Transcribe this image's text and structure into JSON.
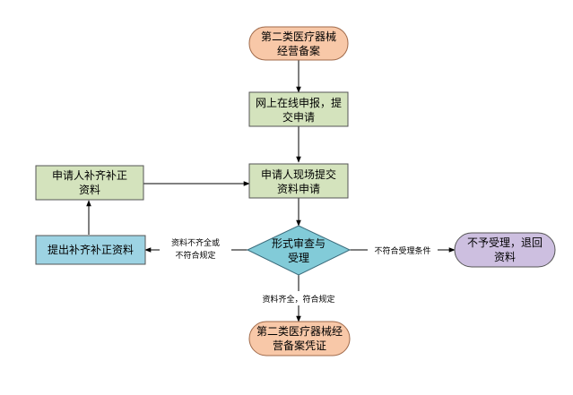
{
  "diagram": {
    "nodes": {
      "start": {
        "line1": "第二类医疗器械",
        "line2": "经营备案",
        "fill": "#f8c8a8"
      },
      "online_apply": {
        "line1": "网上在线申报，提",
        "line2": "交申请",
        "fill": "#d4e3bd"
      },
      "onsite_submit": {
        "line1": "申请人现场提交",
        "line2": "资料申请",
        "fill": "#d4e3bd"
      },
      "applicant_supplement": {
        "line1": "申请人补齐补正",
        "line2": "资料",
        "fill": "#d4e3bd"
      },
      "propose_supplement": {
        "line1": "提出补齐补正资料",
        "fill": "#9dd3e3"
      },
      "review": {
        "line1": "形式审查与",
        "line2": "受理",
        "fill": "#82cbd8"
      },
      "reject": {
        "line1": "不予受理，退回",
        "line2": "资料",
        "fill": "#cdbfe0"
      },
      "end": {
        "line1": "第二类医疗器械经",
        "line2": "营备案凭证",
        "fill": "#f8c8a8"
      }
    },
    "edges": {
      "incomplete": {
        "line1": "资料不齐全或",
        "line2": "不符合规定"
      },
      "not_accepted": {
        "label": "不符合受理条件"
      },
      "complete": {
        "label": "资料齐全，符合规定"
      }
    }
  }
}
